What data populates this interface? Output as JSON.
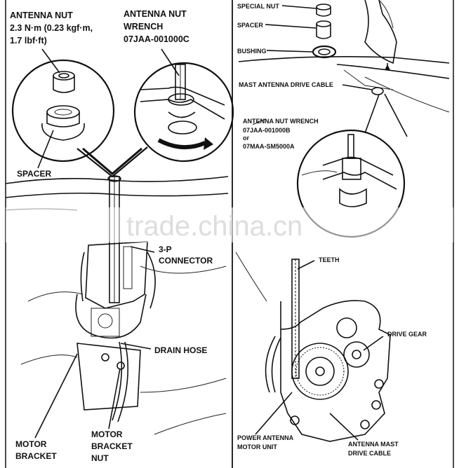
{
  "left_panel": {
    "torque_title": "ANTENNA NUT",
    "torque_line1": "2.3 N·m (0.23 kgf·m,",
    "torque_line2": "1.7 lbf·ft)",
    "wrench_title": "ANTENNA NUT",
    "wrench_word": "WRENCH",
    "wrench_part": "07JAA-001000C",
    "spacer": "SPACER",
    "connector_1": "3-P",
    "connector_2": "CONNECTOR",
    "drain_hose": "DRAIN HOSE",
    "motor_bracket_1": "MOTOR",
    "motor_bracket_2": "BRACKET",
    "bracket_nut_1": "MOTOR",
    "bracket_nut_2": "BRACKET",
    "bracket_nut_3": "NUT"
  },
  "right_panel": {
    "special_nut": "SPECIAL NUT",
    "spacer": "SPACER",
    "bushing": "BUSHING",
    "drive_cable": "MAST ANTENNA DRIVE CABLE",
    "wrench_1": "ANTENNA NUT WRENCH",
    "wrench_2": "07JAA-001000B",
    "wrench_or": "or",
    "wrench_3": "07MAA-SM5000A",
    "teeth": "TEETH",
    "drive_gear": "DRIVE GEAR",
    "motor_unit_1": "POWER ANTENNA",
    "motor_unit_2": "MOTOR UNIT",
    "mast_cable_1": "ANTENNA MAST",
    "mast_cable_2": "DRIVE CABLE"
  },
  "watermark": {
    "text": "trade.china.cn"
  }
}
